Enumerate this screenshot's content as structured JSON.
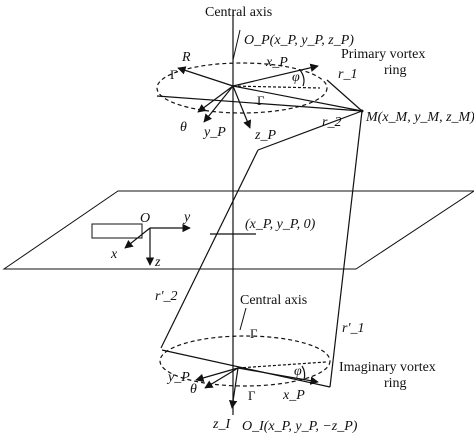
{
  "labels": {
    "central_axis_top": "Central axis",
    "origin_primary": "O_P(x_P, y_P, z_P)",
    "primary_ring_line1": "Primary vortex",
    "primary_ring_line2": "ring",
    "R": "R",
    "xP_top": "x_P",
    "phi_top": "φ",
    "r1": "r_1",
    "gamma_top_left": "Γ",
    "gamma_top_right": "Γ",
    "r2": "r_2",
    "M_point": "M(x_M, y_M, z_M)",
    "theta_top": "θ",
    "yP_top": "y_P",
    "zP_top": "z_P",
    "origin_plane": "O",
    "y_axis": "y",
    "x_axis": "x",
    "z_axis": "z",
    "plane_point": "(x_P, y_P, 0)",
    "r2_prime": "r'_2",
    "central_axis_bottom": "Central axis",
    "r1_prime": "r'_1",
    "imaginary_ring_line1": "Imaginary vortex",
    "imaginary_ring_line2": "ring",
    "phi_bottom": "φ",
    "xP_bottom": "x_P",
    "yP_bottom": "y_P",
    "theta_bottom": "θ",
    "gamma_bottom_top": "Γ",
    "gamma_bottom_bottom": "Γ",
    "zI": "z_I",
    "origin_imaginary": "O_I(x_P, y_P, −z_P)"
  }
}
